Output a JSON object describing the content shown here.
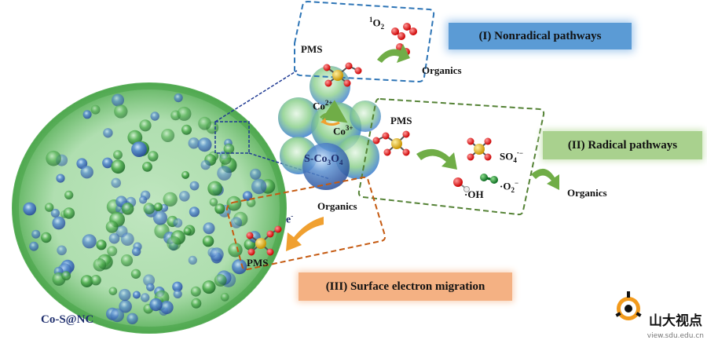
{
  "labels": {
    "nonradical": "(I) Nonradical pathways",
    "radical": "(II) Radical pathways",
    "surface": "(III) Surface electron migration",
    "particle": "Co-S@NC",
    "pms": "PMS",
    "singlet_o2_sup": "1",
    "singlet_o2": "O",
    "singlet_o2_sub": "2",
    "organics": "Organics",
    "co2_base": "Co",
    "co2_sup": "2+",
    "co3_base": "Co",
    "co3_sup": "3+",
    "sco3o4_prefix": "S-Co",
    "sco3o4_sub1": "3",
    "sco3o4_mid": "O",
    "sco3o4_sub2": "4",
    "so4_base": "SO",
    "so4_sub": "4",
    "so4_sup": "·−",
    "oh": "·OH",
    "o2_base": "·O",
    "o2_sub": "2",
    "o2_sup": "−",
    "electron": "e",
    "electron_sup": "-"
  },
  "watermark": {
    "text": "山大视点",
    "url": "view.sdu.edu.cn"
  },
  "colors": {
    "nonradical_box": "#2e75b6",
    "radical_box": "#548235",
    "surface_box": "#c55a11",
    "green_arrow": "#70ad47",
    "orange_arrow": "#f0a030",
    "particle_green": "#5cbf5c"
  }
}
